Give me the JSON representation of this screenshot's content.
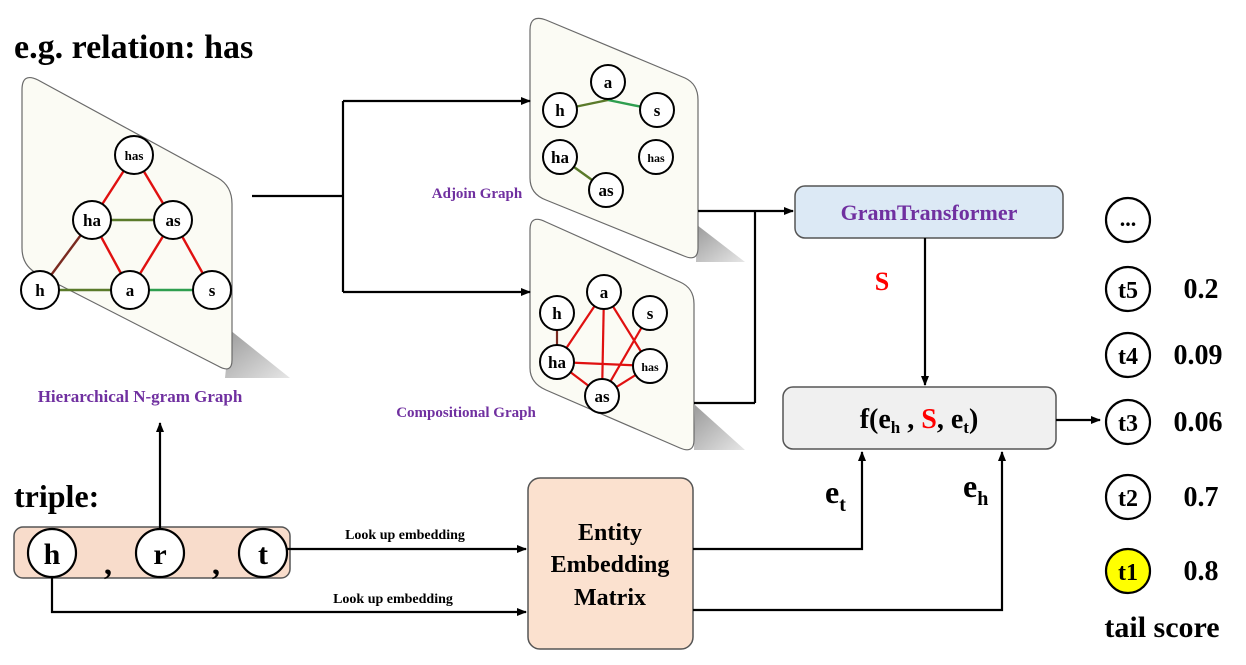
{
  "header": {
    "example_relation": "e.g. relation: has"
  },
  "graphs": {
    "hierarchical": {
      "label": "Hierarchical N-gram Graph",
      "nodes": [
        "has",
        "ha",
        "as",
        "h",
        "a",
        "s"
      ]
    },
    "adjoin": {
      "label": "Adjoin Graph",
      "nodes": [
        "a",
        "h",
        "s",
        "ha",
        "has",
        "as"
      ]
    },
    "compositional": {
      "label": "Compositional Graph",
      "nodes": [
        "h",
        "a",
        "s",
        "ha",
        "has",
        "as"
      ]
    }
  },
  "transformer": {
    "label": "GramTransformer",
    "output_symbol": "S"
  },
  "score_function": {
    "f_open": "f(e",
    "h_sub": "h",
    "comma1": " , ",
    "s": "S",
    "comma2": ", e",
    "t_sub": "t",
    "close": ")"
  },
  "embeddings": {
    "e_t": "e",
    "e_t_sub": "t",
    "e_h": "e",
    "e_h_sub": "h"
  },
  "triple": {
    "label": "triple:",
    "h": "h",
    "r": "r",
    "t": "t",
    "comma": ","
  },
  "lookup": {
    "label_top": "Look up embedding",
    "label_bottom": "Look up embedding"
  },
  "entity_matrix": {
    "line1": "Entity",
    "line2": "Embedding",
    "line3": "Matrix"
  },
  "candidates": {
    "ellipsis": "...",
    "items": [
      {
        "name": "t5",
        "score": "0.2"
      },
      {
        "name": "t4",
        "score": "0.09"
      },
      {
        "name": "t3",
        "score": "0.06"
      },
      {
        "name": "t2",
        "score": "0.7"
      },
      {
        "name": "t1",
        "score": "0.8"
      }
    ],
    "caption": "tail score"
  },
  "colors": {
    "purple_label": "#7030a0",
    "red": "#ff0000",
    "edge_red": "#e01010",
    "edge_green": "#2e9e4f",
    "edge_olive": "#5a7a2a",
    "transformer_fill": "#dce9f5",
    "f_box_fill": "#f0f0f0",
    "matrix_fill": "#fbe1cf",
    "triple_fill": "#f8dccb",
    "t1_fill": "#ffff00"
  }
}
